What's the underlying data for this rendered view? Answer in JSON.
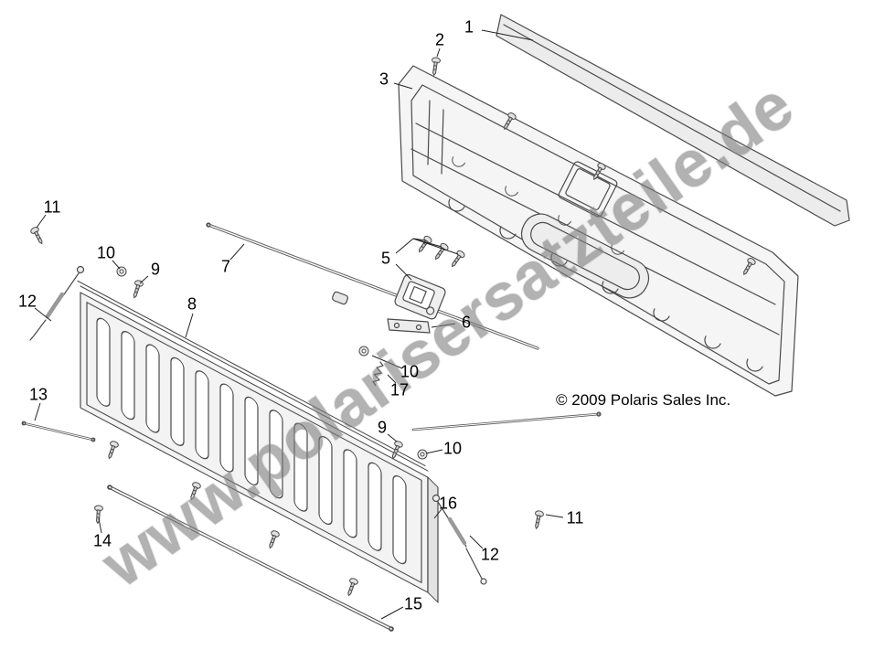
{
  "diagram": {
    "watermark": "www.polarisersatzteile.de",
    "copyright": "© 2009 Polaris Sales Inc."
  },
  "callouts": [
    {
      "label": "1"
    },
    {
      "label": "2"
    },
    {
      "label": "3"
    },
    {
      "label": "5"
    },
    {
      "label": "6"
    },
    {
      "label": "7"
    },
    {
      "label": "8"
    },
    {
      "label": "9"
    },
    {
      "label": "9"
    },
    {
      "label": "10"
    },
    {
      "label": "10"
    },
    {
      "label": "10"
    },
    {
      "label": "11"
    },
    {
      "label": "11"
    },
    {
      "label": "12"
    },
    {
      "label": "12"
    },
    {
      "label": "13"
    },
    {
      "label": "14"
    },
    {
      "label": "15"
    },
    {
      "label": "16"
    },
    {
      "label": "17"
    }
  ],
  "colors": {
    "line": "#4a4a4a",
    "watermark": "#7a7a7a",
    "paper": "#ffffff"
  }
}
